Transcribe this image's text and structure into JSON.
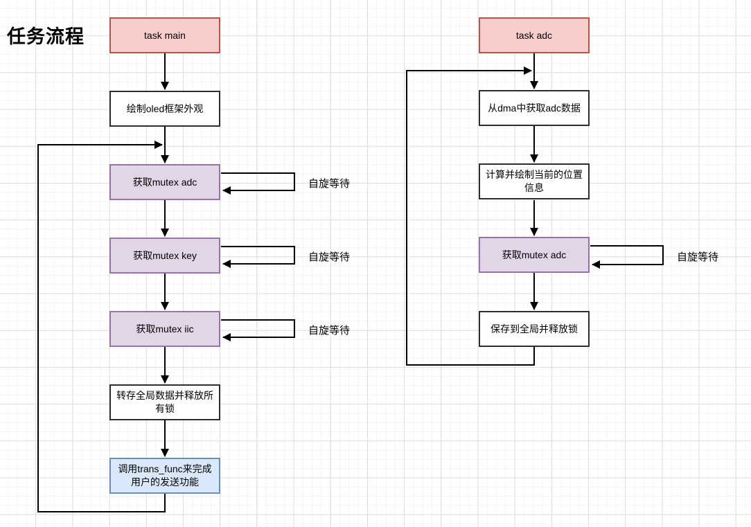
{
  "title": "任务流程",
  "colors": {
    "start_fill": "#f8cecc",
    "start_border": "#b85450",
    "process_fill": "#ffffff",
    "process_border": "#2d2d2d",
    "mutex_fill": "#e1d5e7",
    "mutex_border": "#9673a6",
    "action_fill": "#dae8fc",
    "action_border": "#6c8ebf",
    "edge": "#000000",
    "grid_minor": "#f4f4f4",
    "grid_major": "#dddddd"
  },
  "flows": {
    "main": {
      "nodes": [
        {
          "label": "task main",
          "type": "start"
        },
        {
          "label": "绘制oled框架外观",
          "type": "process"
        },
        {
          "label": "获取mutex adc",
          "type": "mutex",
          "annotation": "自旋等待"
        },
        {
          "label": "获取mutex key",
          "type": "mutex",
          "annotation": "自旋等待"
        },
        {
          "label": "获取mutex iic",
          "type": "mutex",
          "annotation": "自旋等待"
        },
        {
          "label": "转存全局数据并释放所有锁",
          "type": "process"
        },
        {
          "label": "调用trans_func来完成用户的发送功能",
          "type": "action"
        }
      ],
      "loop": "from last node back to before 获取mutex adc"
    },
    "adc": {
      "nodes": [
        {
          "label": "task adc",
          "type": "start"
        },
        {
          "label": "从dma中获取adc数据",
          "type": "process"
        },
        {
          "label": "计算并绘制当前的位置信息",
          "type": "process"
        },
        {
          "label": "获取mutex adc",
          "type": "mutex",
          "annotation": "自旋等待"
        },
        {
          "label": "保存到全局并释放锁",
          "type": "process"
        }
      ],
      "loop": "from last node back to before 从dma中获取adc数据"
    }
  }
}
